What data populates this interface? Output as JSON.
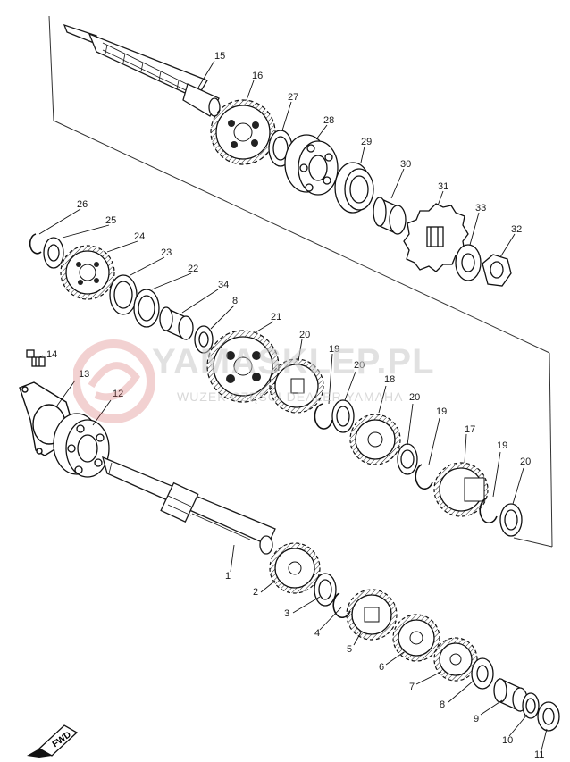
{
  "diagram": {
    "callouts": [
      "1",
      "2",
      "3",
      "4",
      "5",
      "6",
      "7",
      "8",
      "9",
      "10",
      "11",
      "12",
      "13",
      "14",
      "15",
      "16",
      "17",
      "18",
      "19",
      "19",
      "19",
      "20",
      "20",
      "20",
      "20",
      "21",
      "22",
      "23",
      "24",
      "25",
      "26",
      "27",
      "28",
      "29",
      "30",
      "31",
      "32",
      "33",
      "34",
      "8",
      "9"
    ],
    "watermark": {
      "main": "YAMASKLEP.PL",
      "sub": "WUZEK CZĘŚCI DEALER YAMAHA"
    },
    "direction_badge": "FWD"
  }
}
